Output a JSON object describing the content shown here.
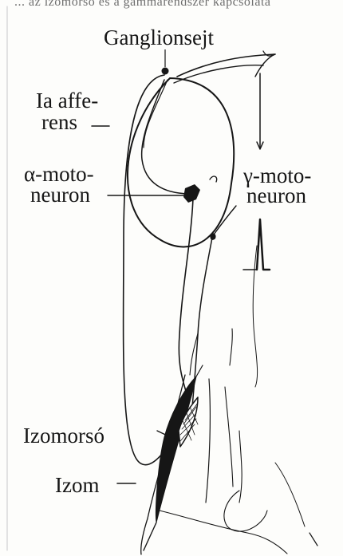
{
  "figure": {
    "cut_caption": "... az izomorsó és a gammarendszer kapcsolata",
    "labels": {
      "ganglion": "Ganglionsejt",
      "ia_afferent_1": "Ia affe-",
      "ia_afferent_2": "rens",
      "alpha_mn_1": "α-moto-",
      "alpha_mn_2": "neuron",
      "gamma_mn_1": "γ-moto-",
      "gamma_mn_2": "neuron",
      "spindle": "Izomorsó",
      "muscle": "Izom"
    },
    "colors": {
      "ink": "#161616",
      "paper": "#fdfdfb"
    }
  }
}
